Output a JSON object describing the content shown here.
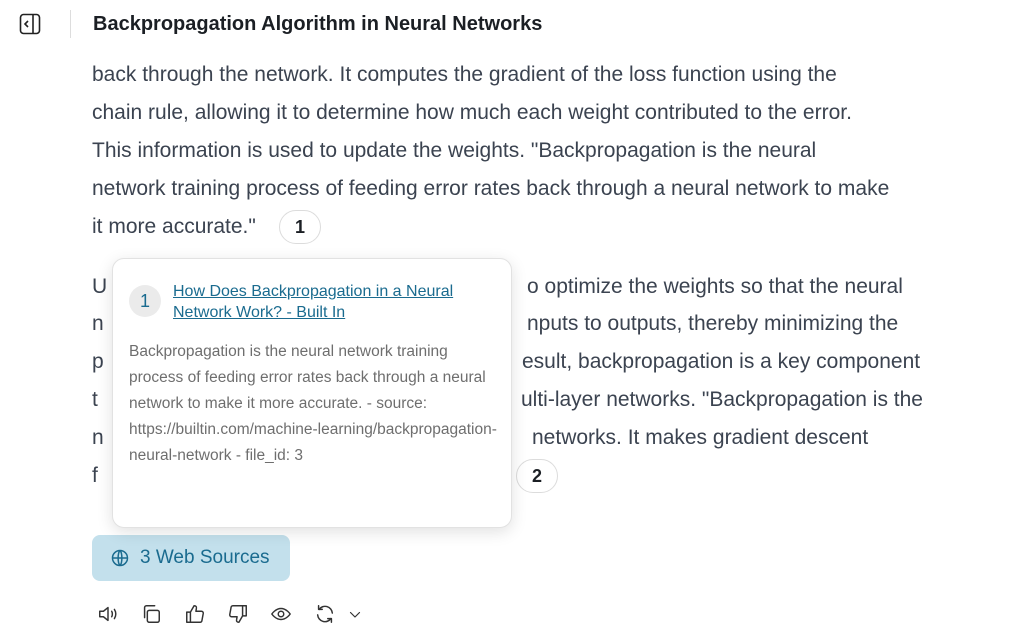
{
  "header": {
    "title": "Backpropagation Algorithm in Neural Networks"
  },
  "paragraph1": {
    "lines": [
      "back through the network. It computes the gradient of the loss function using the",
      "chain rule, allowing it to determine how much each weight contributed to the error.",
      "This information is used to update the weights. \"Backpropagation is the neural",
      "network training process of feeding error rates back through a neural network to make",
      "it more accurate.\""
    ],
    "citation": "1"
  },
  "paragraph2": {
    "left_fragments": [
      "U",
      "n",
      "p",
      "t",
      "n",
      "f"
    ],
    "right_fragments": [
      "o optimize the weights so that the neural",
      "nputs to outputs, thereby minimizing the",
      "esult, backpropagation is a key component",
      "ulti-layer networks. \"Backpropagation is the",
      "networks. It makes gradient descent"
    ],
    "citation": "2"
  },
  "popover": {
    "number": "1",
    "link_text": "How Does Backpropagation in a Neural Network Work? - Built In",
    "body": "Backpropagation is the neural network training process of feeding error rates back through a neural network to make it more accurate. - source: https://builtin.com/machine-learning/backpropagation-neural-network - file_id: 3"
  },
  "sources_button": {
    "label": "3 Web Sources",
    "icon": "globe-icon"
  },
  "actions": [
    "speaker-icon",
    "copy-icon",
    "thumbs-up-icon",
    "thumbs-down-icon",
    "eye-icon",
    "refresh-icon",
    "chevron-down-icon"
  ]
}
